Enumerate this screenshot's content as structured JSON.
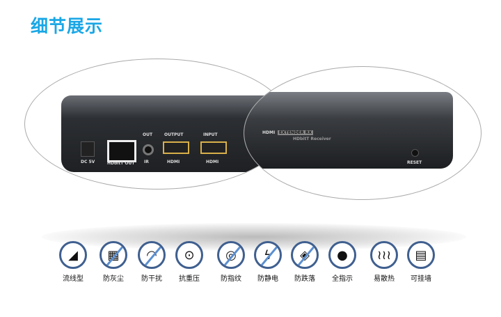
{
  "title": "细节展示",
  "left_device": {
    "ports": [
      "DC 5V",
      "HDbitT OUT",
      "OUT",
      "IR",
      "OUTPUT",
      "HDMI",
      "INPUT",
      "HDMI"
    ]
  },
  "right_device": {
    "brand": "HDMI",
    "badge": "EXTENDER RX",
    "subtitle": "HDbitT Receiver",
    "reset": "RESET"
  },
  "features": [
    {
      "label": "流线型",
      "icon": "streamline-icon",
      "glyph": "◢",
      "slash": false
    },
    {
      "label": "防灰尘",
      "icon": "dustproof-icon",
      "glyph": "▦",
      "slash": true
    },
    {
      "label": "防干扰",
      "icon": "anti-interference-icon",
      "glyph": "◠",
      "slash": true
    },
    {
      "label": "抗重压",
      "icon": "pressure-resistant-icon",
      "glyph": "⊙",
      "slash": false
    },
    {
      "label": "防指纹",
      "icon": "fingerprint-icon",
      "glyph": "◎",
      "slash": true
    },
    {
      "label": "防静电",
      "icon": "static-icon",
      "glyph": "ϟ",
      "slash": true
    },
    {
      "label": "防跌落",
      "icon": "drop-proof-icon",
      "glyph": "◈",
      "slash": true
    },
    {
      "label": "全指示",
      "icon": "lightbulb-icon",
      "glyph": "●",
      "slash": false
    },
    {
      "label": "易散热",
      "icon": "heat-dissipation-icon",
      "glyph": "≀≀≀",
      "slash": false
    },
    {
      "label": "可挂墙",
      "icon": "brick-wall-icon",
      "glyph": "▤",
      "slash": false
    }
  ],
  "colors": {
    "title": "#1aa7e6",
    "icon_ring": "#3f5f8f",
    "slash": "#5b8fd0"
  }
}
